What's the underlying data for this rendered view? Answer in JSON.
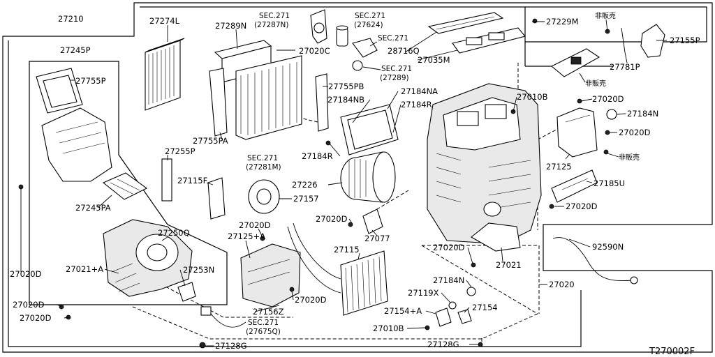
{
  "diagram_code": "T270002F",
  "labels": {
    "p27210": "27210",
    "p27274l": "27274L",
    "p27289n": "27289N",
    "sec271_27287n_a": "SEC.271",
    "sec271_27287n_b": "(27287N)",
    "sec271_27624_a": "SEC.271",
    "sec271_27624_b": "(27624)",
    "p27229m": "27229M",
    "nohanbai1": "非販売",
    "p27245p": "27245P",
    "p27020c": "27020C",
    "sec271_a": "SEC.271",
    "p28716q": "28716Q",
    "p27035m": "27035M",
    "p27155p": "27155P",
    "sec271_27289_a": "SEC.271",
    "sec271_27289_b": "(27289)",
    "p27781p": "27781P",
    "p27755p": "27755P",
    "p27755pb": "27755PB",
    "nohanbai2": "非販売",
    "p27184na": "27184NA",
    "p27184nb": "27184NB",
    "p27010b_top": "27010B",
    "p27184r_top": "27184R",
    "p27020d_r1": "27020D",
    "p27184n_r": "27184N",
    "p27020d_r2": "27020D",
    "p27755pa": "27755PA",
    "sec271_27281m_a": "SEC.271",
    "sec271_27281m_b": "(27281M)",
    "p27184r_l": "27184R",
    "p27255p": "27255P",
    "p27125": "27125",
    "nohanbai3": "非販売",
    "p27226": "27226",
    "p27115f": "27115F",
    "p27185u": "27185U",
    "p27157": "27157",
    "p27245pa": "27245PA",
    "p27020d_r3": "27020D",
    "p27020d_mid": "27020D",
    "p27020d_c": "27020D",
    "p27250q": "27250Q",
    "p27125a": "27125+A",
    "p27077": "27077",
    "p27020d_bot": "27020D",
    "p92590n": "92590N",
    "p27021a": "27021+A",
    "p27253n": "27253N",
    "p27115": "27115",
    "p27021": "27021",
    "p27020d_l": "27020D",
    "p27184n_b": "27184N",
    "p27020": "27020",
    "p27020d_ll": "27020D",
    "p27119x": "27119X",
    "p27020d_c2": "27020D",
    "p27156z": "27156Z",
    "p27020d_lll": "27020D",
    "p27154a": "27154+A",
    "p27154": "27154",
    "sec271_27675q_a": "SEC.271",
    "sec271_27675q_b": "(27675Q)",
    "p27010b_bot": "27010B",
    "p27128g_l": "27128G",
    "p27128g_r": "27128G"
  }
}
